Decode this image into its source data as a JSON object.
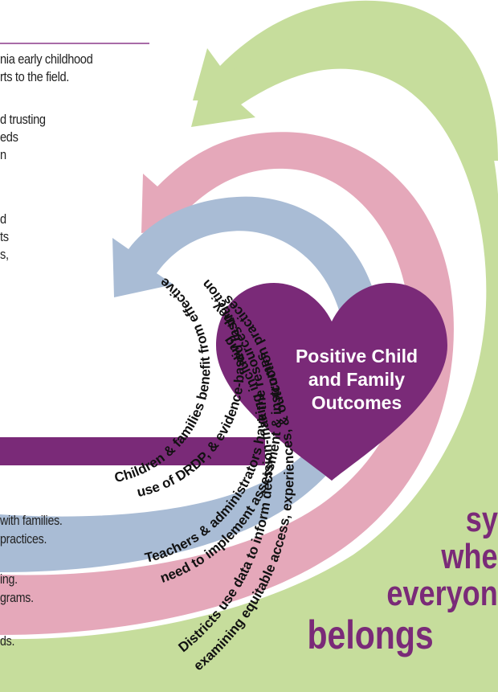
{
  "intro": {
    "lines": [
      "nia early childhood",
      "rts to the field.",
      "d trusting",
      "eds",
      "n",
      "d",
      "ts",
      "s,"
    ]
  },
  "heart": {
    "lines": [
      "Positive Child",
      "and Family",
      "Outcomes"
    ]
  },
  "arcs": {
    "inner": {
      "line1": "Children & families benefit from effective",
      "line2": "use of DRDP, & evidence-based instruction"
    },
    "middle": {
      "line1": "Teachers & administrators have the resources they",
      "line2": "need to implement assessment & instruction practices"
    },
    "outer": {
      "line1": "Districts use data to inform decision-making including",
      "line2": "examining equitable access, experiences, & outcomes"
    }
  },
  "bands": {
    "blue": [
      "with families.",
      "practices."
    ],
    "pink": [
      "ing.",
      "grams."
    ],
    "green": [
      "ds."
    ]
  },
  "headline": {
    "lines": [
      "sy",
      "whe",
      "everyon",
      "belongs"
    ]
  },
  "colors": {
    "green": "#c6dd9c",
    "pink": "#e7a8bc",
    "blue": "#a9bcd5",
    "purple": "#7a2a78",
    "rule": "#8c3a8a"
  }
}
